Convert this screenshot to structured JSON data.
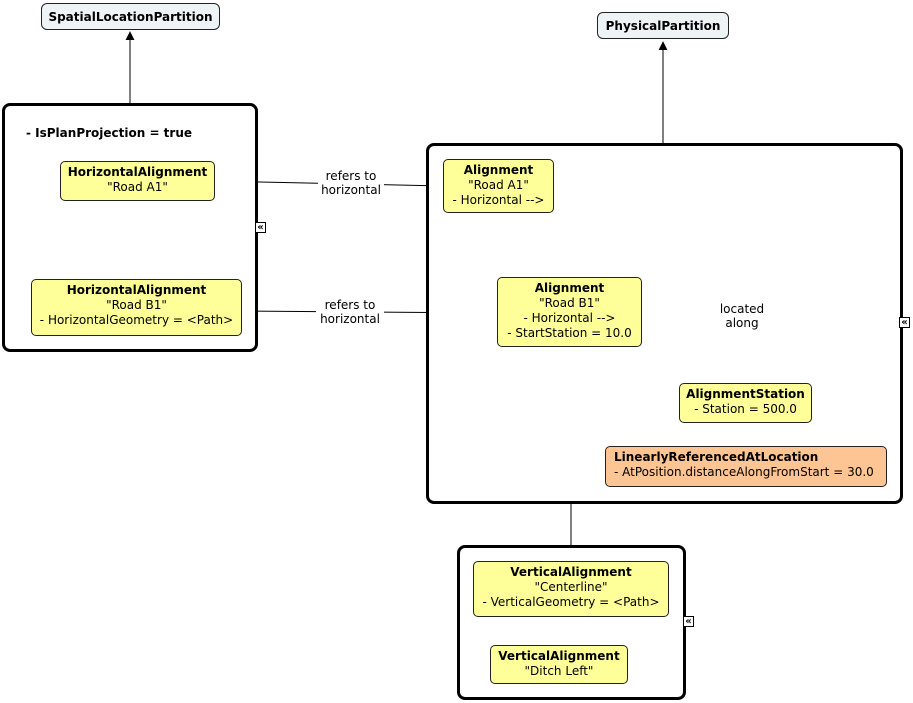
{
  "partitions": {
    "spatial": "SpatialLocationPartition",
    "physical": "PhysicalPartition"
  },
  "groups": {
    "spatial": {
      "property": "- IsPlanProjection = true"
    }
  },
  "nodes": {
    "ha_a1": {
      "title": "HorizontalAlignment",
      "lines": [
        "\"Road A1\""
      ]
    },
    "ha_b1": {
      "title": "HorizontalAlignment",
      "lines": [
        "\"Road B1\"",
        "- HorizontalGeometry = <Path>"
      ]
    },
    "al_a1": {
      "title": "Alignment",
      "lines": [
        "\"Road A1\"",
        "- Horizontal -->"
      ]
    },
    "al_b1": {
      "title": "Alignment",
      "lines": [
        "\"Road B1\"",
        "- Horizontal -->",
        "- StartStation = 10.0"
      ]
    },
    "station": {
      "title": "AlignmentStation",
      "lines": [
        "- Station = 500.0"
      ]
    },
    "lral": {
      "title": "LinearlyReferencedAtLocation",
      "lines": [
        "- AtPosition.distanceAlongFromStart = 30.0"
      ]
    },
    "va_center": {
      "title": "VerticalAlignment",
      "lines": [
        "\"Centerline\"",
        "- VerticalGeometry = <Path>"
      ]
    },
    "va_ditch": {
      "title": "VerticalAlignment",
      "lines": [
        "\"Ditch Left\""
      ]
    }
  },
  "edge_labels": {
    "refers_a1": [
      "refers to",
      "horizontal"
    ],
    "refers_b1": [
      "refers to",
      "horizontal"
    ],
    "located": [
      "located",
      "along"
    ]
  },
  "collapse_glyph": "«",
  "colors": {
    "node_fill": "#ffff99",
    "highlight_fill": "#fdc594",
    "partition_fill": "#eef3f5"
  }
}
